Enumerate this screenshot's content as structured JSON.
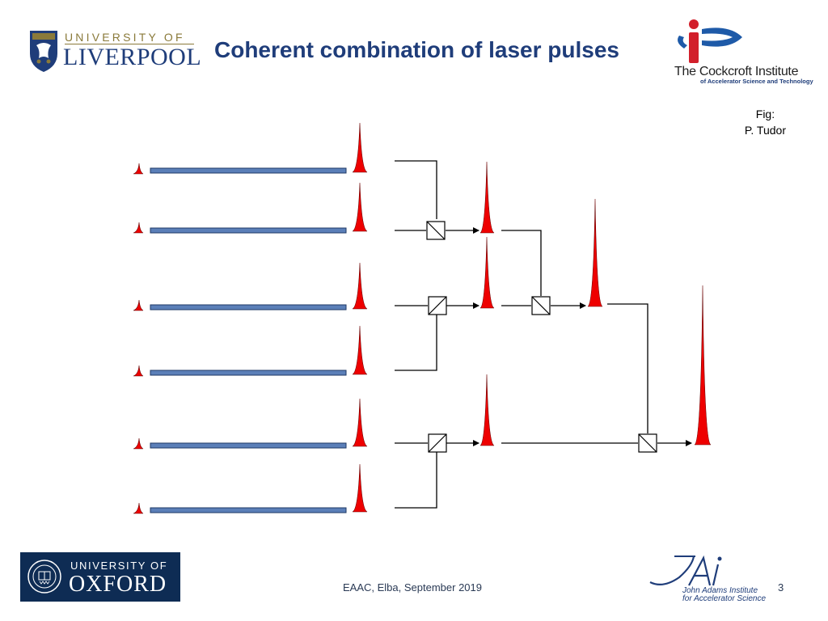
{
  "header": {
    "title": "Coherent combination of laser pulses",
    "liverpool_logo": {
      "line1": "UNIVERSITY OF",
      "line2": "LIVERPOOL"
    },
    "cockcroft_logo": {
      "line1": "The Cockcroft Institute",
      "line2": "of Accelerator Science and Technology"
    }
  },
  "figure_credit": {
    "line1": "Fig:",
    "line2": "P. Tudor"
  },
  "footer": {
    "oxford_logo": {
      "line1": "UNIVERSITY OF",
      "line2": "OXFORD"
    },
    "event_text": "EAAC, Elba, September 2019",
    "jai_logo": {
      "line1": "John Adams Institute",
      "line2": "for Accelerator Science"
    },
    "page_number": "3"
  },
  "colors": {
    "title": "#1f3d7a",
    "pulse": "#ee0000",
    "fiber": "#5b7fb8",
    "fiber_border": "#1f3a66",
    "oxford_bg": "#0e2c54",
    "liverpool_gold": "#8a7a3a"
  },
  "diagram": {
    "description_free": true,
    "fiber_channels": 6,
    "combination_stages": 3
  }
}
